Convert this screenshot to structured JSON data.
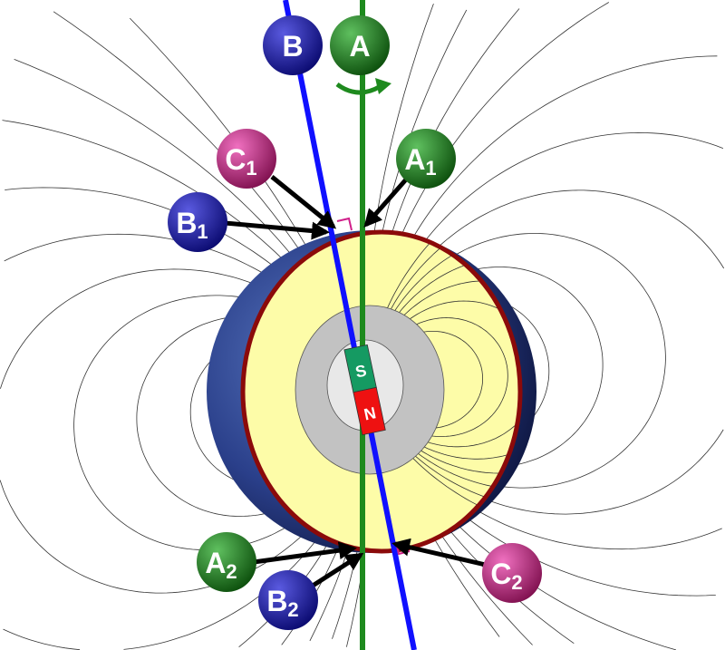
{
  "title": "Earth magnetic field and axes diagram",
  "colors": {
    "rotation_axis": "#1e8a1e",
    "magnetic_axis": "#1010ff",
    "green_label": "#1d7a1d",
    "blue_label": "#1a1aa0",
    "magenta_label": "#c0187f",
    "crust_outline": "#8b0a0a",
    "mantle": "#fdfca8",
    "outer_core": "#c2c2c2",
    "inner_core": "#e8e8e8",
    "magnet_south": "#159a62",
    "magnet_north": "#ee1111"
  },
  "labels": {
    "B": {
      "letter": "B",
      "sub": ""
    },
    "A": {
      "letter": "A",
      "sub": ""
    },
    "C1": {
      "letter": "C",
      "sub": "1"
    },
    "A1": {
      "letter": "A",
      "sub": "1"
    },
    "B1": {
      "letter": "B",
      "sub": "1"
    },
    "A2": {
      "letter": "A",
      "sub": "2"
    },
    "B2": {
      "letter": "B",
      "sub": "2"
    },
    "C2": {
      "letter": "C",
      "sub": "2"
    }
  },
  "magnet": {
    "south": "S",
    "north": "N"
  }
}
